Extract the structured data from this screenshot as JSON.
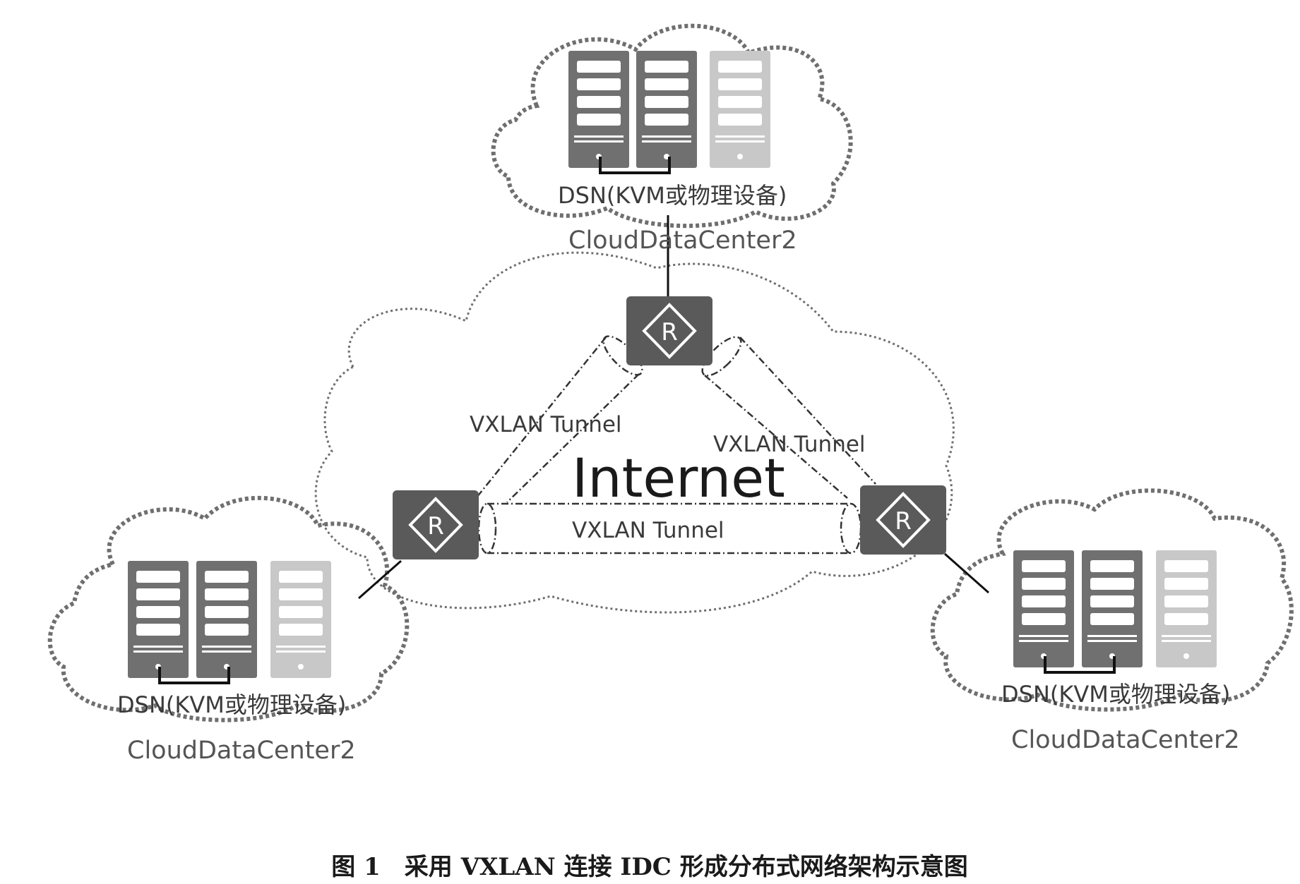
{
  "diagram": {
    "internet_label": "Internet",
    "tunnel_left_label": "VXLAN Tunnel",
    "tunnel_right_label": "VXLAN Tunnel",
    "tunnel_bottom_label": "VXLAN Tunnel",
    "router_label": "R",
    "data_centers": [
      {
        "device_label": "DSN(KVM或物理设备)",
        "name_a": "CloudData",
        "name_b": "Center",
        "name_c": "2"
      },
      {
        "device_label": "DSN(KVM或物理设备)",
        "name_a": "CloudData",
        "name_b": "Center",
        "name_c": "2"
      },
      {
        "device_label": "DSN(KVM或物理设备)",
        "name_a": "CloudData",
        "name_b": "Center",
        "name_c": "2"
      }
    ],
    "caption": "图 1　采用 VXLAN 连接 IDC 形成分布式网络架构示意图"
  },
  "colors": {
    "server_dark": "#707070",
    "server_light": "#c8c8c8",
    "router": "#5a5a5a",
    "cloud_outline": "#6f6f6f"
  }
}
